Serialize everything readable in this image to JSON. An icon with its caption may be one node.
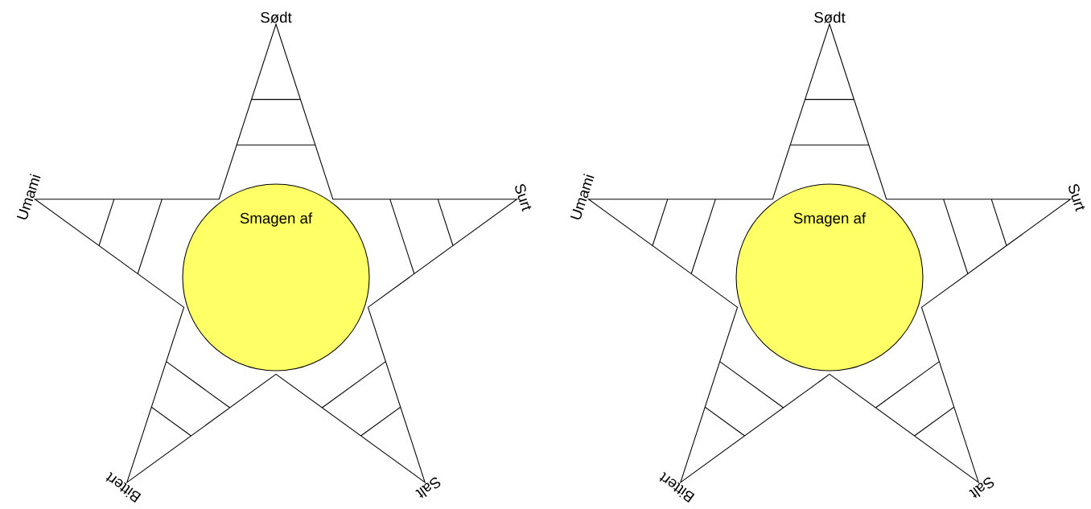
{
  "diagram": {
    "nodes": [
      {
        "text": [
          "Sødt",
          "Surt",
          "Salt",
          "Bittert",
          "Umami"
        ]
      },
      {
        "text": [
          "Smagen af"
        ],
        "in": 0
      },
      {
        "text": [
          "Sødt",
          "Surt",
          "Salt",
          "Bittert",
          "Umami"
        ]
      },
      {
        "text": [
          "Smagen af"
        ],
        "in": 2
      }
    ]
  }
}
